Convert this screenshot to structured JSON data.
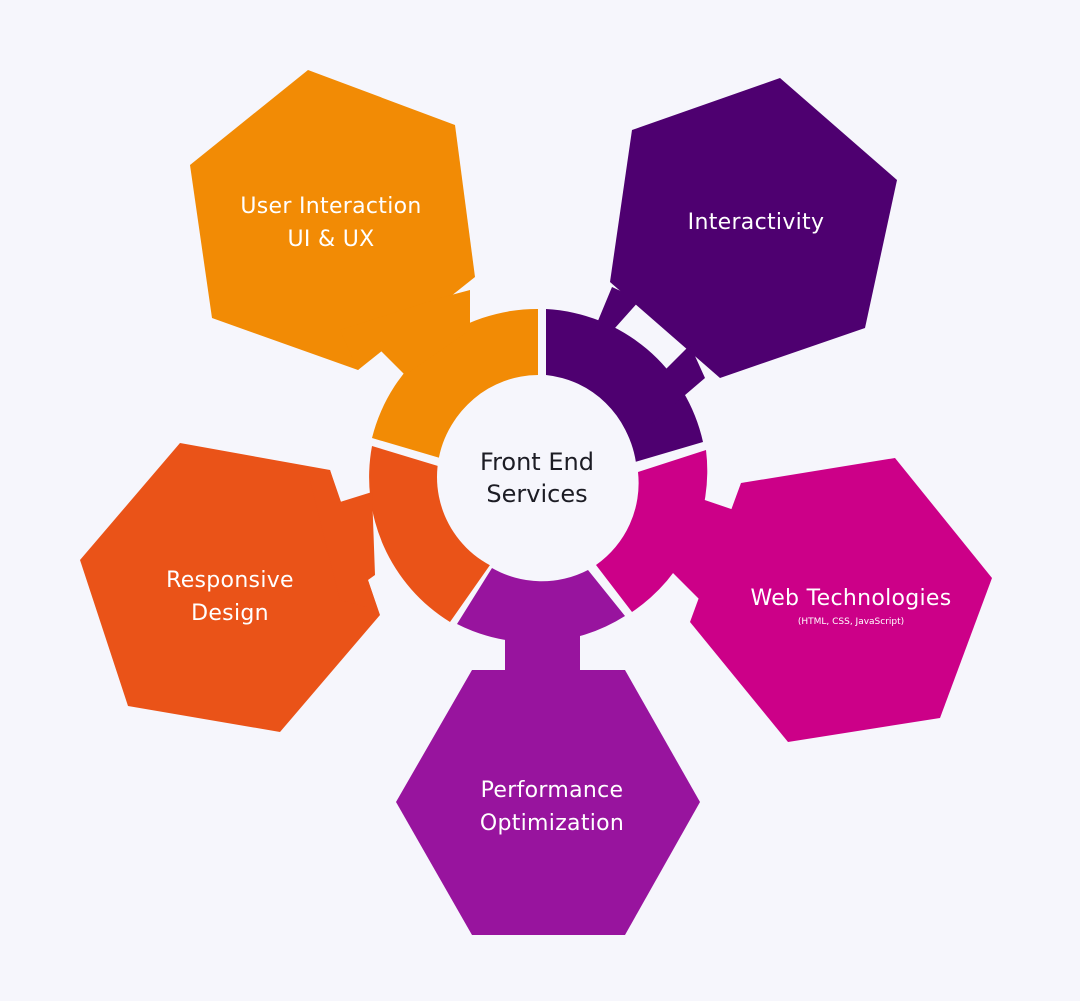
{
  "background_color": "#f6f6fc",
  "center": {
    "line1": "Front End",
    "line2": "Services",
    "fill": "#f6f6fc"
  },
  "segments": [
    {
      "key": "interactivity",
      "label_lines": [
        "Interactivity"
      ],
      "sublabel": "",
      "color": "#4e0070"
    },
    {
      "key": "web-technologies",
      "label_lines": [
        "Web Technologies"
      ],
      "sublabel": "(HTML, CSS, JavaScript)",
      "color": "#cc0088"
    },
    {
      "key": "performance-optimization",
      "label_lines": [
        "Performance",
        "Optimization"
      ],
      "sublabel": "",
      "color": "#98149e"
    },
    {
      "key": "responsive-design",
      "label_lines": [
        "Responsive",
        "Design"
      ],
      "sublabel": "",
      "color": "#ea5318"
    },
    {
      "key": "user-interaction",
      "label_lines": [
        "User Interaction",
        "UI & UX"
      ],
      "sublabel": "",
      "color": "#f28b05"
    }
  ]
}
